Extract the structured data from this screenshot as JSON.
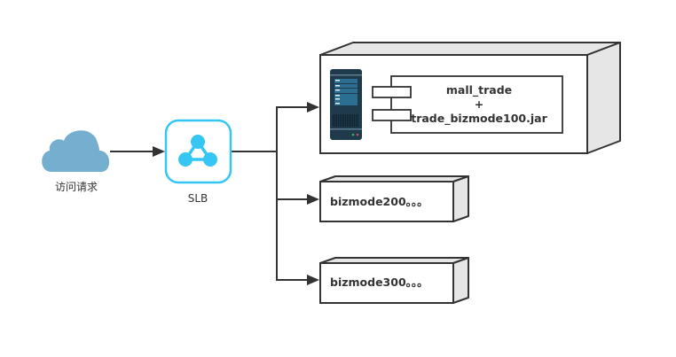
{
  "diagram": {
    "title": "SLB request routing to business modules",
    "colors": {
      "cloud": "#74afd0",
      "slb_accent": "#36c6f4",
      "server_body": "#1f3a4b",
      "server_panel": "#2c6d92",
      "line": "#333333",
      "box_side": "#e6e6e6"
    },
    "nodes": {
      "client": {
        "icon": "cloud-icon",
        "label": "访问请求"
      },
      "slb": {
        "icon": "load-balancer-icon",
        "label": "SLB"
      },
      "main_server": {
        "icon": "server-icon",
        "component": {
          "icon": "component-icon",
          "line1": "mall_trade",
          "line2": "+",
          "line3": "trade_bizmode100.jar"
        }
      },
      "biz200": {
        "label": "bizmode200。。。"
      },
      "biz300": {
        "label": "bizmode300。。。"
      }
    },
    "edges": [
      {
        "from": "client",
        "to": "slb"
      },
      {
        "from": "slb",
        "to": "main_server"
      },
      {
        "from": "slb",
        "to": "biz200"
      },
      {
        "from": "slb",
        "to": "biz300"
      }
    ]
  }
}
